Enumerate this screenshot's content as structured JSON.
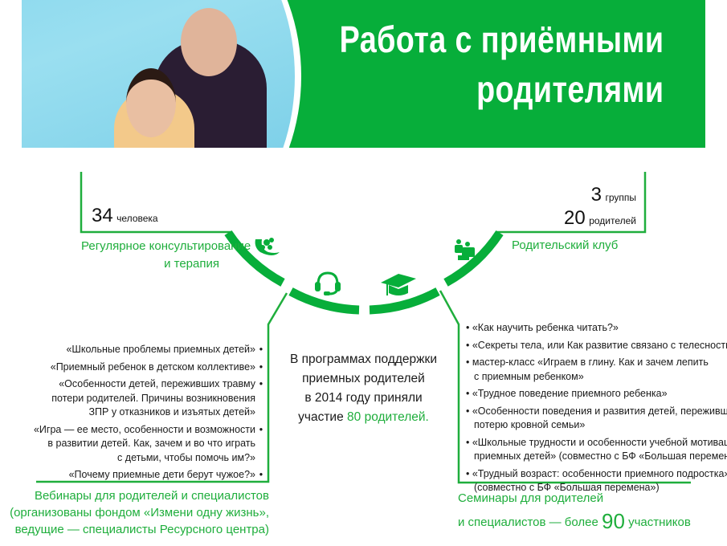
{
  "header": {
    "title_line1": "Работа с приёмными",
    "title_line2": "родителями"
  },
  "consulting": {
    "count": "34",
    "unit": "человека",
    "label_line1": "Регулярное консультирование",
    "label_line2": "и терапия",
    "icon": "helping-hands-icon"
  },
  "club": {
    "groups_count": "3",
    "groups_unit": "группы",
    "parents_count": "20",
    "parents_unit": "родителей",
    "label": "Родительский клуб",
    "icon": "family-club-icon"
  },
  "center": {
    "line1": "В программах поддержки",
    "line2": "приемных родителей",
    "line3": "в 2014 году приняли",
    "line4_prefix": "участие",
    "line4_highlight": "80 родителей."
  },
  "webinars": {
    "icon": "headset-icon",
    "items": [
      [
        "«Школьные проблемы приемных детей»"
      ],
      [
        "«Приемный ребенок в детском коллективе»"
      ],
      [
        "«Особенности детей, переживших травму",
        "потери родителей. Причины возникновения",
        "ЗПР у отказников и изъятых детей»"
      ],
      [
        "«Игра — ее место, особенности и возможности",
        "в развитии детей. Как, зачем и во что играть",
        "с детьми, чтобы помочь им?»"
      ],
      [
        "«Почему приемные дети берут чужое?»"
      ]
    ],
    "label_line1": "Вебинары для родителей и специалистов",
    "label_line2": "(организованы фондом «Измени одну жизнь»,",
    "label_line3": "ведущие  — специалисты Ресурсного центра)"
  },
  "seminars": {
    "icon": "graduation-cap-icon",
    "items": [
      [
        "«Как научить ребенка читать?»"
      ],
      [
        "«Секреты тела, или Как развитие связано с телесностью»"
      ],
      [
        "мастер-класс «Играем в глину. Как и зачем лепить",
        "с приемным ребенком»"
      ],
      [
        "«Трудное поведение приемного ребенка»"
      ],
      [
        "«Особенности поведения и развития детей, переживших",
        "потерю кровной семьи»"
      ],
      [
        "«Школьные трудности и особенности учебной мотивации",
        "приемных детей» (совместно с БФ «Большая перемена»)"
      ],
      [
        "«Трудный возраст: особенности приемного подростка»",
        "(совместно с БФ «Большая перемена»)"
      ]
    ],
    "label_line1": "Семинары для родителей",
    "label_line2_prefix": "и специалистов — более",
    "label_count": "90",
    "label_suffix": "участников"
  },
  "colors": {
    "accent": "#07ae3a",
    "text": "#1a1a1a"
  }
}
